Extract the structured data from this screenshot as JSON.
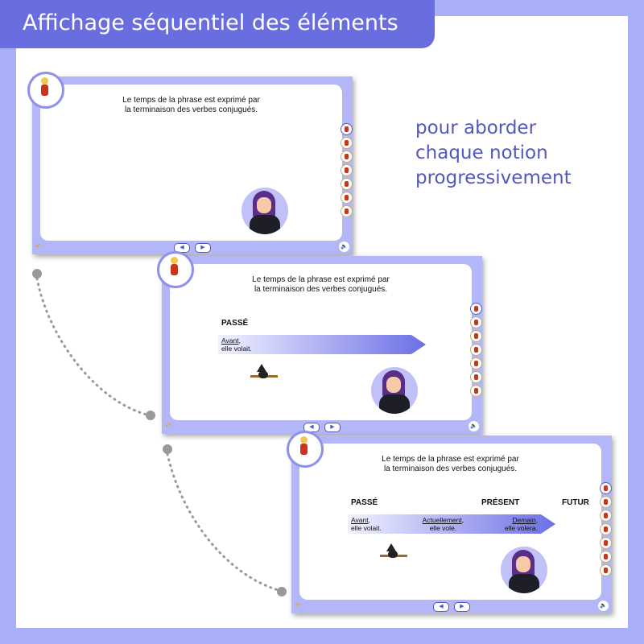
{
  "banner": {
    "title": "Affichage séquentiel des éléments"
  },
  "tagline": [
    "pour aborder",
    "chaque notion",
    "progressivement"
  ],
  "slide_common": {
    "title_line1": "Le temps de la phrase est exprimé par",
    "title_line2": "la terminaison des verbes conjugués.",
    "tab_count": 7,
    "active_tab": 1
  },
  "slides": [
    {
      "labels": [],
      "arrow": []
    },
    {
      "labels": [
        "PASSÉ"
      ],
      "arrow": [
        {
          "adverb": "Avant",
          "sentence": "elle volait."
        }
      ]
    },
    {
      "labels": [
        "PASSÉ",
        "PRÉSENT",
        "FUTUR"
      ],
      "arrow": [
        {
          "adverb": "Avant",
          "sentence": "elle volait."
        },
        {
          "adverb": "Actuellement",
          "sentence": "elle vole."
        },
        {
          "adverb": "Demain",
          "sentence": "elle volera."
        }
      ]
    }
  ],
  "colors": {
    "frame": "#a9aef8",
    "banner": "#6a6de0",
    "accent": "#5557c0"
  },
  "icons": {
    "back": "back-arrow-icon",
    "prev": "chevron-left-icon",
    "next": "chevron-right-icon",
    "sound": "speaker-icon"
  }
}
